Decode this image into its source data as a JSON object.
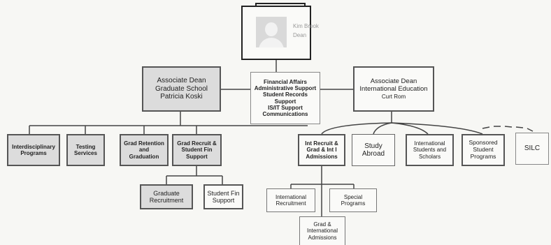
{
  "top": {
    "line1": "Kim Brook",
    "line2": "Dean"
  },
  "associate_dean_grad": {
    "lines": [
      "Associate Dean",
      "Graduate School",
      "Patricia Koski"
    ]
  },
  "center_support": {
    "lines": [
      "Financial Affairs",
      "Administrative Support",
      "Student Records",
      "Support",
      "IS/IT Support",
      "Communications"
    ]
  },
  "associate_dean_intl": {
    "lines": [
      "Associate Dean",
      "International Education",
      "Curt Rom"
    ]
  },
  "units": [
    {
      "lines": [
        "Interdisciplinary",
        "Programs"
      ]
    },
    {
      "lines": [
        "Testing",
        "Services"
      ]
    },
    {
      "lines": [
        "Grad Retention",
        "and",
        "Graduation"
      ]
    },
    {
      "lines": [
        "Grad Recruit &",
        "Student Fin",
        "Support"
      ]
    },
    {
      "lines": [
        "Int Recruit &",
        "Grad & Int l",
        "Admissions"
      ]
    },
    {
      "lines": [
        "Study",
        "Abroad"
      ]
    },
    {
      "lines": [
        "International",
        "Students and",
        "Scholars"
      ]
    },
    {
      "lines": [
        "Sponsored",
        "Student",
        "Programs"
      ]
    },
    {
      "lines": [
        "SILC"
      ]
    }
  ],
  "sub_units": [
    {
      "lines": [
        "Graduate",
        "Recruitment"
      ]
    },
    {
      "lines": [
        "Student Fin",
        "Support"
      ]
    },
    {
      "lines": [
        "International",
        "Recruitment"
      ]
    },
    {
      "lines": [
        "Special",
        "Programs"
      ]
    },
    {
      "lines": [
        "Grad &",
        "International",
        "Admissions"
      ]
    }
  ]
}
